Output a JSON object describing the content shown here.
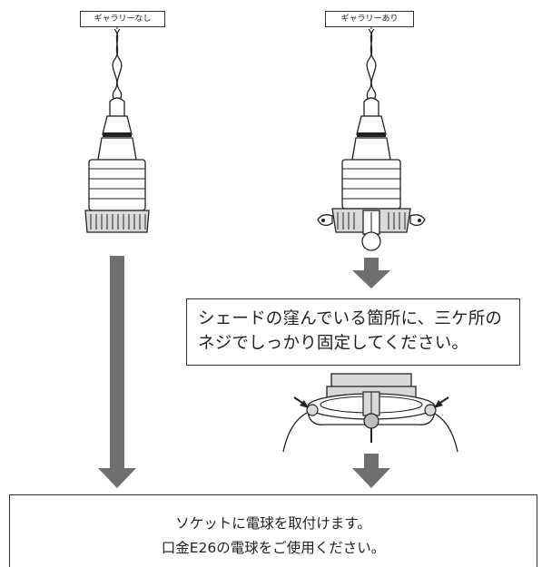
{
  "labels": {
    "without_gallery": "ギャラリーなし",
    "with_gallery": "ギャラリーあり"
  },
  "instruction": {
    "line1": "シェードの窪んでいる箇所に、三ケ所の",
    "line2": "ネジでしっかり固定してください。"
  },
  "final_note": {
    "line1": "ソケットに電球を取付けます。",
    "line2": "口金E26の電球をご使用ください。"
  },
  "colors": {
    "arrow": "#6f6f6f",
    "line": "#222222",
    "socket_fill": "#ffffff",
    "cap_fill": "#d9d9d9"
  }
}
